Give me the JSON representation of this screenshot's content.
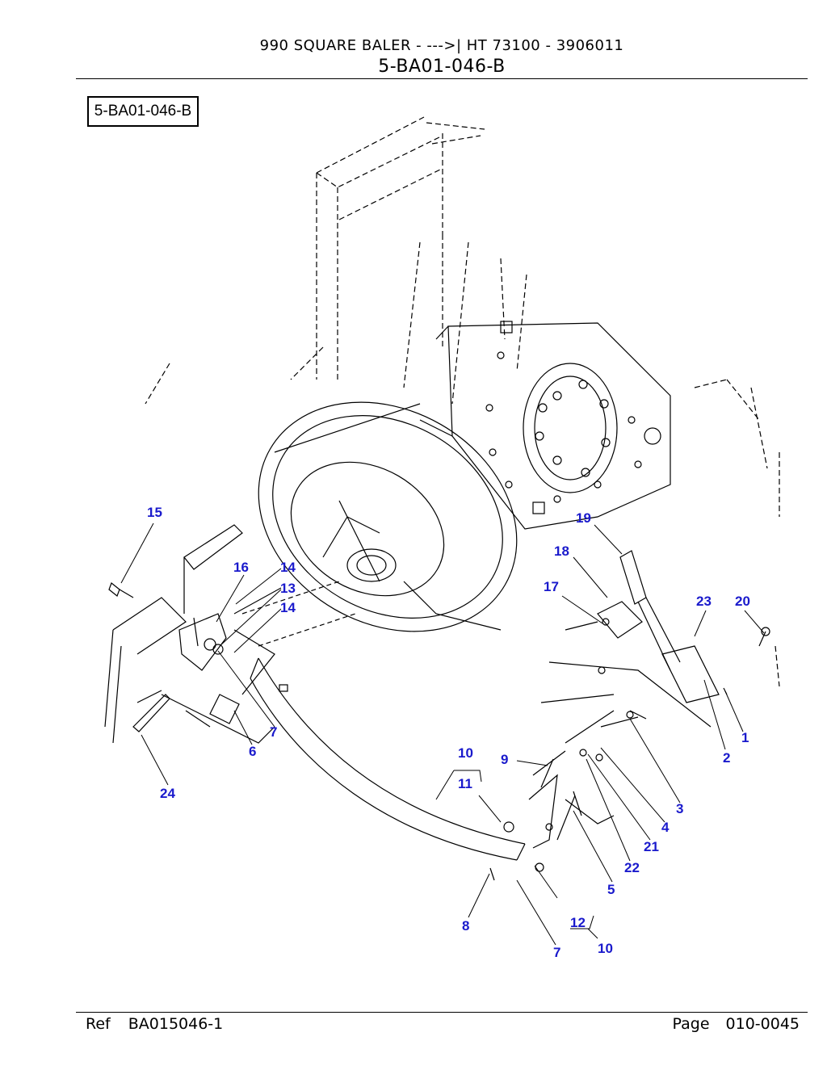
{
  "header": {
    "line1": "990  SQUARE BALER  -  --->| HT 73100 - 3906011",
    "line2": "5-BA01-046-B"
  },
  "figure": {
    "label": "5-BA01-046-B",
    "callouts": {
      "c15": "15",
      "c16": "16",
      "c14a": "14",
      "c13": "13",
      "c14b": "14",
      "c19": "19",
      "c18": "18",
      "c17": "17",
      "c23": "23",
      "c20": "20",
      "c7a": "7",
      "c6": "6",
      "c24": "24",
      "c10a": "10",
      "c11": "11",
      "c9": "9",
      "c1": "1",
      "c2": "2",
      "c3": "3",
      "c4": "4",
      "c21": "21",
      "c22": "22",
      "c5": "5",
      "c8": "8",
      "c12": "12",
      "c7b": "7",
      "c10b": "10"
    }
  },
  "footer": {
    "ref_label": "Ref",
    "ref_value": "BA015046-1",
    "page_label": "Page",
    "page_value": "010-0045"
  }
}
